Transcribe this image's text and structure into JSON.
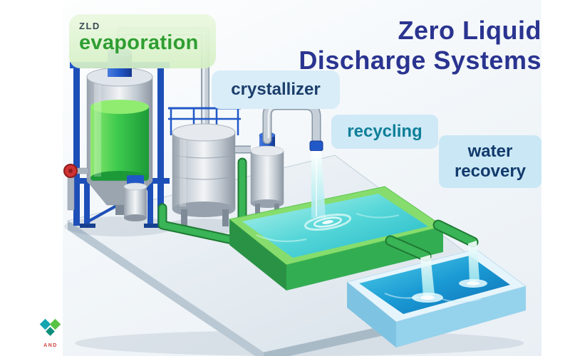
{
  "title": {
    "line1": "Zero Liquid",
    "line2": "Discharge Systems"
  },
  "badges": {
    "evaporation": {
      "tag": "ZLD",
      "label": "evaporation"
    },
    "crystallizer": {
      "label": "crystallizer"
    },
    "recycling": {
      "label": "recycling"
    },
    "water_recovery": {
      "line1": "water",
      "line2": "recovery"
    }
  },
  "logo": {
    "text": "AND"
  },
  "colors": {
    "title_text": "#2a3490",
    "evaporation_text": "#2f9e32",
    "crystallizer_text": "#1c3e6b",
    "recycling_text": "#0e7f98",
    "water_recovery_text": "#123a6b",
    "evaporation_bg": "#e3f4d3",
    "label_bg_blue": "#cfe9f6",
    "tank_liquid_green": "#3ecb4e",
    "pipe_blue": "#2158c8",
    "basin_green": "#33ad52",
    "recycle_water_teal": "#55d6d8",
    "recovery_water_blue": "#1a9ad4",
    "platform": "#dde7ee"
  }
}
